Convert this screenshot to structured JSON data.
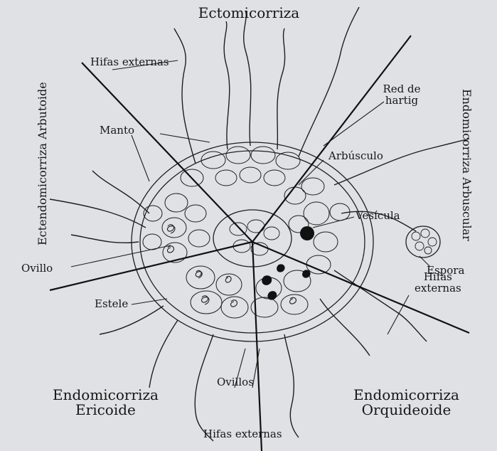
{
  "figure": {
    "sectors": {
      "top": "Ectomicorriza",
      "left": "Ectendomicorriza Arbutoide",
      "right": "Endomicorriza Arbuscular",
      "bottom_left_line1": "Endomicorriza",
      "bottom_left_line2": "Ericoide",
      "bottom_right_line1": "Endomicorriza",
      "bottom_right_line2": "Orquideoide"
    },
    "labels": {
      "hifas_externas_top": "Hifas externas",
      "manto": "Manto",
      "red_de_hartig_line1": "Red de",
      "red_de_hartig_line2": "hartig",
      "arbusculo": "Arbúsculo",
      "vesicula": "Vesícula",
      "ovillo": "Ovillo",
      "espora": "Espora",
      "hifas_externas_right_line1": "Hifas",
      "hifas_externas_right_line2": "externas",
      "estele": "Estele",
      "ovillos": "Ovillos",
      "hifas_externas_bottom": "Hifas externas"
    },
    "colors": {
      "background": "#dfe1e4",
      "ink": "#1a1a1a"
    }
  }
}
